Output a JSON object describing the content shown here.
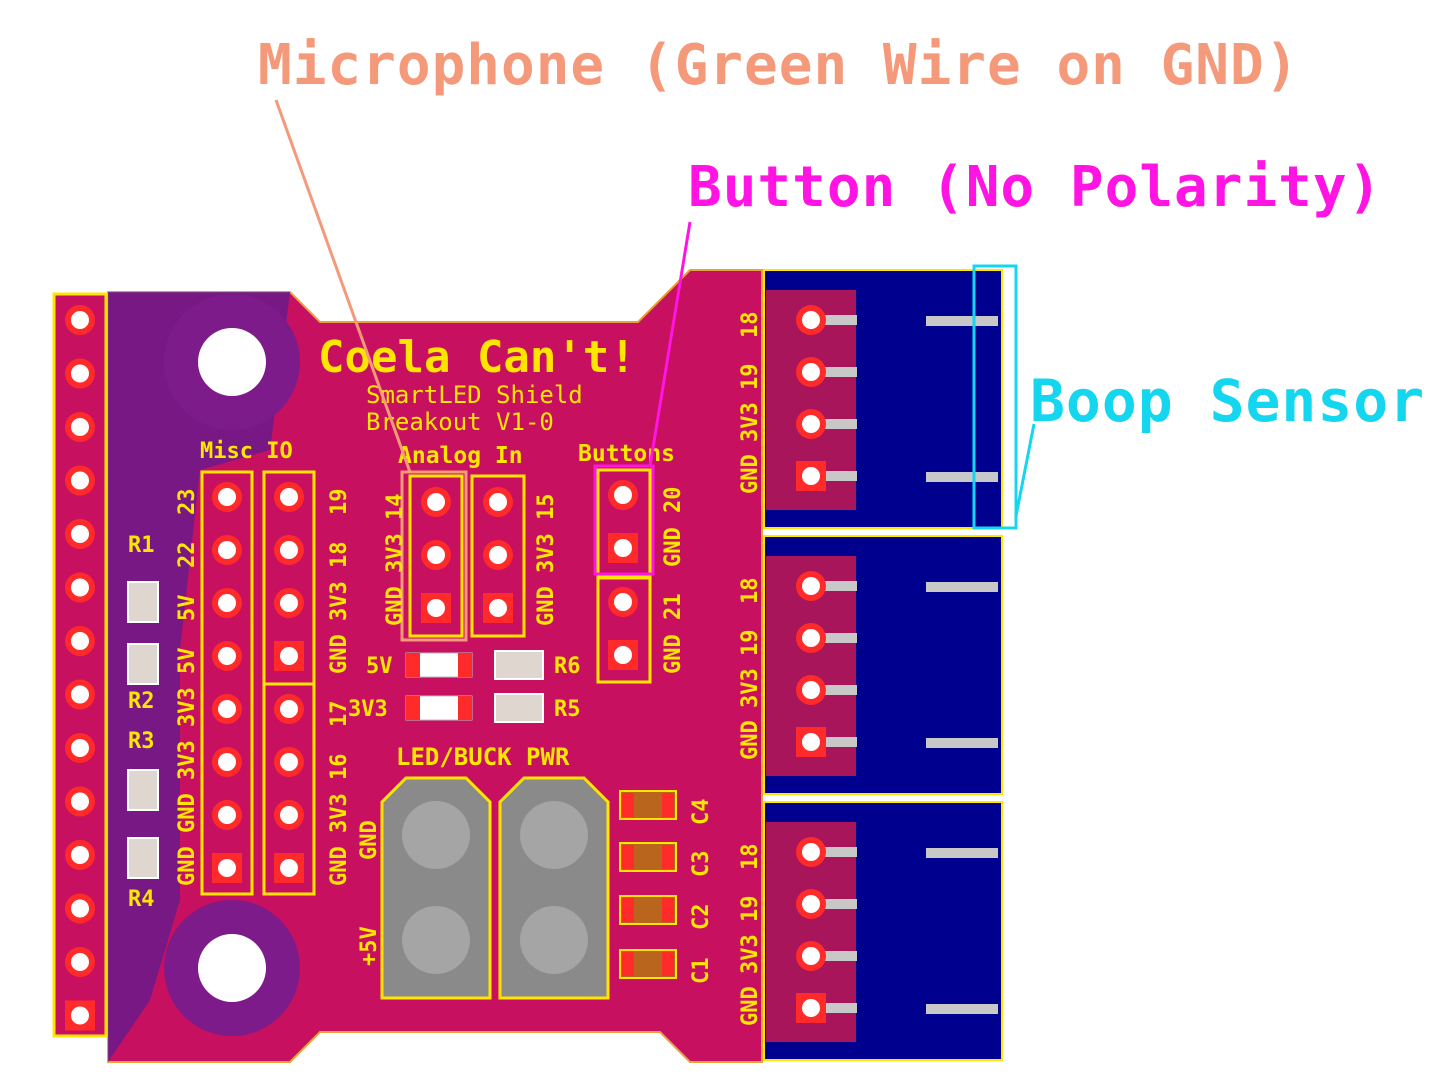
{
  "colors": {
    "board": "#c7105f",
    "board_dark": "#7d1b8a",
    "board_purple": "#6a1a8c",
    "silkscreen": "#ffe600",
    "pad_ring": "#ff2a2a",
    "connector_body": "#00008f",
    "connector_pin_pad": "#a8155a",
    "pin": "#c8c8c8",
    "microphone_callout": "#f4997a",
    "button_callout": "#ff14e4",
    "boop_callout": "#14d6ef"
  },
  "callouts": {
    "microphone": "Microphone (Green Wire on GND)",
    "button": "Button (No Polarity)",
    "boop": "Boop Sensor"
  },
  "board": {
    "title": "Coela Can't!",
    "subtitle_line1": "SmartLED Shield",
    "subtitle_line2": "Breakout V1-0",
    "misc_io_label": "Misc IO",
    "analog_in_label": "Analog In",
    "buttons_label": "Buttons",
    "led_buck_pwr_label": "LED/BUCK PWR",
    "misc_io_left_pins": [
      "23",
      "22",
      "5V",
      "5V",
      "3V3",
      "3V3",
      "GND",
      "GND"
    ],
    "misc_io_right_pins": [
      "19",
      "18",
      "3V3",
      "GND",
      "17",
      "16",
      "3V3",
      "GND"
    ],
    "analog_pins_a": [
      "14",
      "3V3",
      "GND"
    ],
    "analog_pins_b": [
      "15",
      "3V3",
      "GND"
    ],
    "button_pins_a": [
      "20",
      "GND"
    ],
    "button_pins_b": [
      "21",
      "GND"
    ],
    "connector_pins": [
      "18",
      "19",
      "3V3",
      "GND"
    ],
    "resistors_left": [
      "R1",
      "R2",
      "R3",
      "R4"
    ],
    "resistors_mid": [
      "R6",
      "R5"
    ],
    "led_labels": [
      "5V",
      "3V3"
    ],
    "capacitors": [
      "C4",
      "C3",
      "C2",
      "C1"
    ],
    "power_labels": [
      "GND",
      "+5V"
    ]
  }
}
